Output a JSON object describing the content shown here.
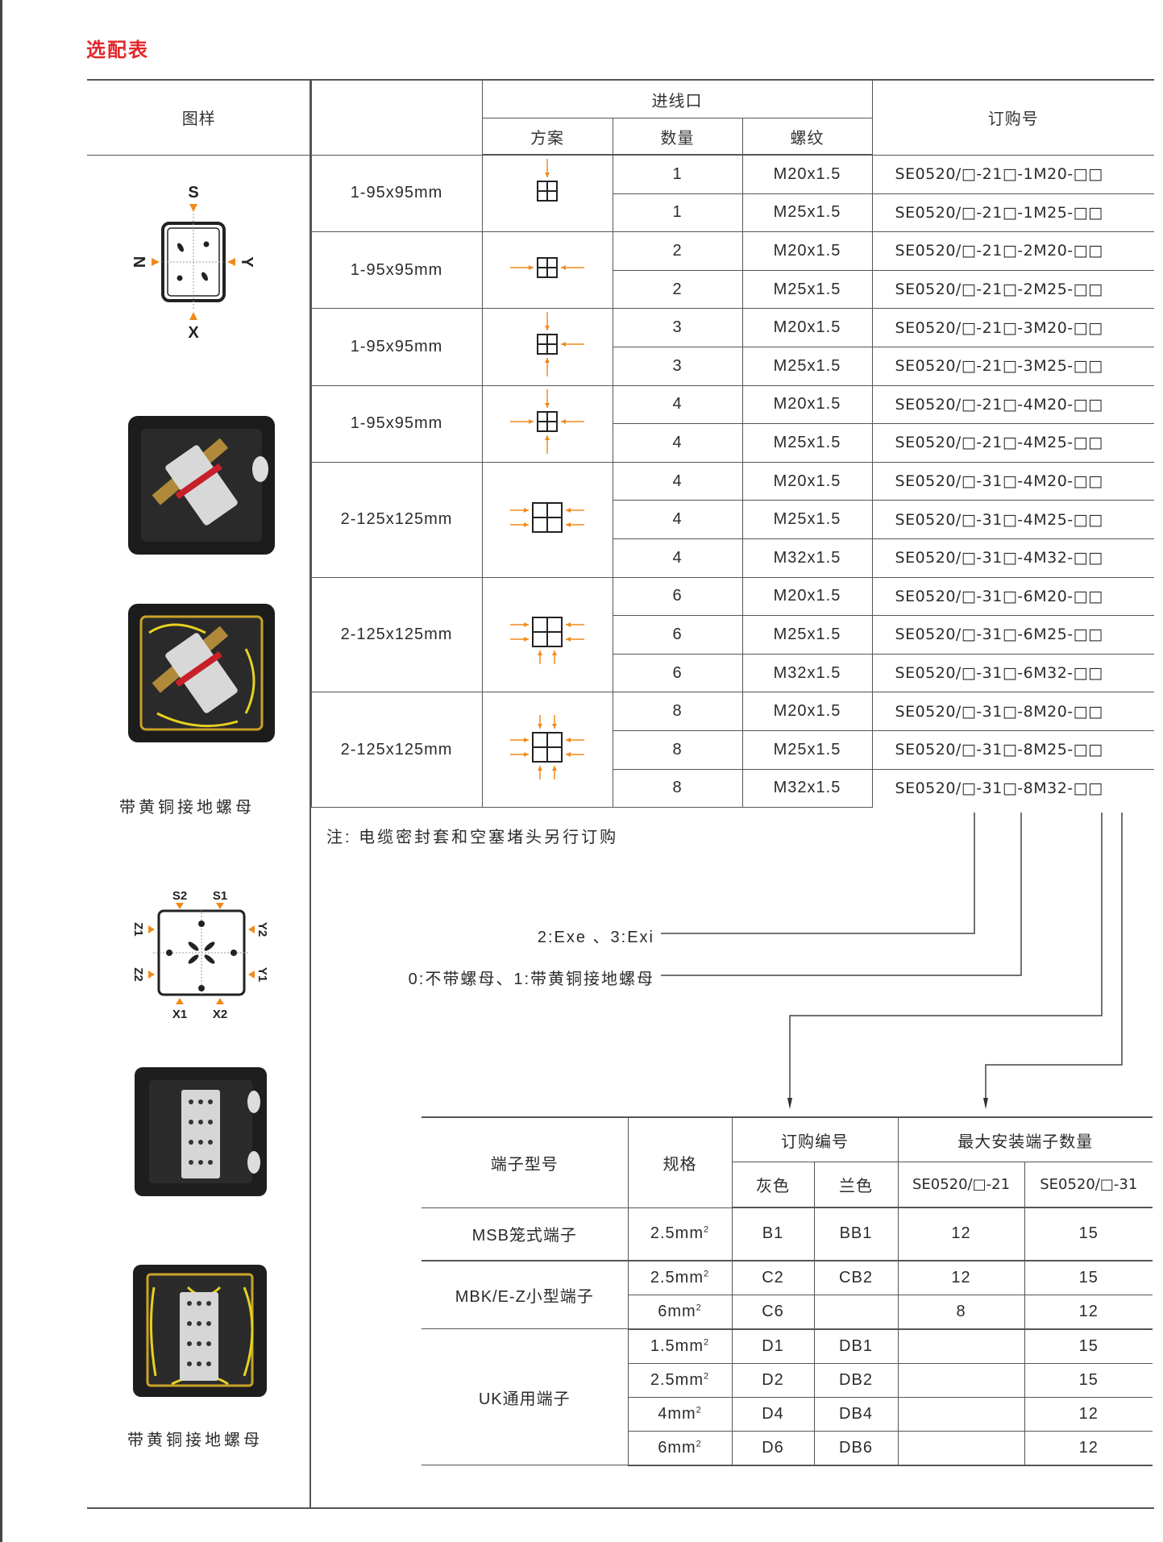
{
  "title": "选配表",
  "main_table": {
    "headers": {
      "drawing": "图样",
      "size": "",
      "entry": "进线口",
      "scheme": "方案",
      "quantity": "数量",
      "thread": "螺纹",
      "order_no": "订购号"
    },
    "groups": [
      {
        "size": "1-95x95mm",
        "scheme_arrows": [
          "t"
        ],
        "large": false,
        "rows": [
          [
            "1",
            "M20x1.5",
            "SE0520/□-21□-1M20-□□"
          ],
          [
            "1",
            "M25x1.5",
            "SE0520/□-21□-1M25-□□"
          ]
        ]
      },
      {
        "size": "1-95x95mm",
        "scheme_arrows": [
          "l",
          "r"
        ],
        "large": false,
        "rows": [
          [
            "2",
            "M20x1.5",
            "SE0520/□-21□-2M20-□□"
          ],
          [
            "2",
            "M25x1.5",
            "SE0520/□-21□-2M25-□□"
          ]
        ]
      },
      {
        "size": "1-95x95mm",
        "scheme_arrows": [
          "t",
          "r",
          "b"
        ],
        "large": false,
        "rows": [
          [
            "3",
            "M20x1.5",
            "SE0520/□-21□-3M20-□□"
          ],
          [
            "3",
            "M25x1.5",
            "SE0520/□-21□-3M25-□□"
          ]
        ]
      },
      {
        "size": "1-95x95mm",
        "scheme_arrows": [
          "t",
          "l",
          "r",
          "b"
        ],
        "large": false,
        "rows": [
          [
            "4",
            "M20x1.5",
            "SE0520/□-21□-4M20-□□"
          ],
          [
            "4",
            "M25x1.5",
            "SE0520/□-21□-4M25-□□"
          ]
        ]
      },
      {
        "size": "2-125x125mm",
        "scheme_arrows": [
          "l",
          "r"
        ],
        "large": true,
        "rows": [
          [
            "4",
            "M20x1.5",
            "SE0520/□-31□-4M20-□□"
          ],
          [
            "4",
            "M25x1.5",
            "SE0520/□-31□-4M25-□□"
          ],
          [
            "4",
            "M32x1.5",
            "SE0520/□-31□-4M32-□□"
          ]
        ]
      },
      {
        "size": "2-125x125mm",
        "scheme_arrows": [
          "l",
          "r",
          "b"
        ],
        "large": true,
        "rows": [
          [
            "6",
            "M20x1.5",
            "SE0520/□-31□-6M20-□□"
          ],
          [
            "6",
            "M25x1.5",
            "SE0520/□-31□-6M25-□□"
          ],
          [
            "6",
            "M32x1.5",
            "SE0520/□-31□-6M32-□□"
          ]
        ]
      },
      {
        "size": "2-125x125mm",
        "scheme_arrows": [
          "t",
          "l",
          "r",
          "b"
        ],
        "large": true,
        "rows": [
          [
            "8",
            "M20x1.5",
            "SE0520/□-31□-8M20-□□"
          ],
          [
            "8",
            "M25x1.5",
            "SE0520/□-31□-8M25-□□"
          ],
          [
            "8",
            "M32x1.5",
            "SE0520/□-31□-8M32-□□"
          ]
        ]
      }
    ]
  },
  "diagram1_labels": {
    "top": "S",
    "bottom": "X",
    "left": "N",
    "right": "Y"
  },
  "diagram2_labels": {
    "s2": "S2",
    "s1": "S1",
    "x1": "X1",
    "x2": "X2",
    "z1": "Z1",
    "z2": "Z2",
    "y1": "Y1",
    "y2": "Y2"
  },
  "captions": {
    "upper": "带黄铜接地螺母",
    "lower": "带黄铜接地螺母"
  },
  "note": "注:  电缆密封套和空塞堵头另行订购",
  "legend": {
    "protection": "2:Exe 、3:Exi",
    "nut": "0:不带螺母、1:带黄铜接地螺母"
  },
  "terminal_table": {
    "headers": {
      "type": "端子型号",
      "spec": "规格",
      "order_code": "订购编号",
      "gray": "灰色",
      "blue": "兰色",
      "max_qty": "最大安装端子数量",
      "se21": "SE0520/□-21",
      "se31": "SE0520/□-31"
    },
    "groups": [
      {
        "type": "MSB笼式端子",
        "rows": [
          {
            "spec": "2.5mm",
            "gray": "B1",
            "blue": "BB1",
            "q21": "12",
            "q31": "15"
          }
        ]
      },
      {
        "type": "MBK/E-Z小型端子",
        "rows": [
          {
            "spec": "2.5mm",
            "gray": "C2",
            "blue": "CB2",
            "q21": "12",
            "q31": "15"
          },
          {
            "spec": "6mm",
            "gray": "C6",
            "blue": "",
            "q21": "8",
            "q31": "12"
          }
        ]
      },
      {
        "type": "UK通用端子",
        "rows": [
          {
            "spec": "1.5mm",
            "gray": "D1",
            "blue": "DB1",
            "q21": "",
            "q31": "15"
          },
          {
            "spec": "2.5mm",
            "gray": "D2",
            "blue": "DB2",
            "q21": "",
            "q31": "15"
          },
          {
            "spec": "4mm",
            "gray": "D4",
            "blue": "DB4",
            "q21": "",
            "q31": "12"
          },
          {
            "spec": "6mm",
            "gray": "D6",
            "blue": "DB6",
            "q21": "",
            "q31": "12"
          }
        ]
      }
    ],
    "superscript": "2"
  },
  "colors": {
    "title": "#e2262b",
    "arrow": "#f08a1c",
    "rule": "#555555"
  }
}
